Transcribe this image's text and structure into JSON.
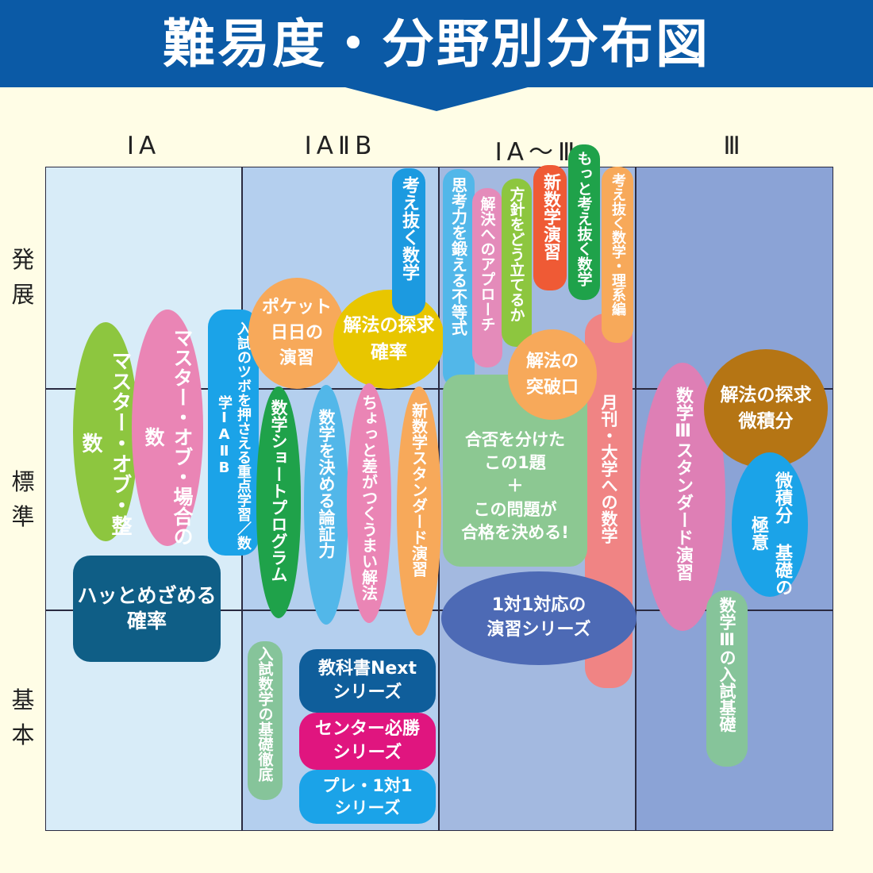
{
  "title": "難易度・分野別分布図",
  "columns": [
    "ⅠA",
    "ⅠAⅡB",
    "ⅠA～Ⅲ",
    "Ⅲ"
  ],
  "rows": [
    "発展",
    "標準",
    "基本"
  ],
  "books": {
    "master_seisu": "マスター・オブ・整数",
    "master_baai": "マスター・オブ・場合の数",
    "hatto_kakuritsu": "ハッとめざめる\n確率",
    "nyushi_tsubo": "入試のツボを押さえる重点学習／数学ⅠAⅡB",
    "pocket": "ポケット\n日日の\n演習",
    "tankyu_kakuritsu": "解法の探求\n確率",
    "kangaenuku": "考え抜く数学",
    "short_program": "数学ショートプログラム",
    "kimeru_ronshou": "数学を決める論証力",
    "chotto_sa": "ちょっと差がつくうまい解法",
    "shin_standard": "新数学スタンダード演習",
    "nyushi_kiso": "入試数学の基礎徹底",
    "kyokasho_next": "教科書Next\nシリーズ",
    "center": "センター必勝\nシリーズ",
    "pre": "プレ・1対1\nシリーズ",
    "shikouryoku": "思考力を鍛える不等式",
    "approach": "解決へのアプローチ",
    "houshin": "方針をどう立てるか",
    "shin_enshu": "新数学演習",
    "motto": "もっと考え抜く数学",
    "rikei": "考え抜く数学・理系編",
    "toppa": "解法の\n突破口",
    "gouhi": "合否を分けた\nこの1題\n＋\nこの問題が\n合格を決める!",
    "gekkan": "月刊・大学への数学",
    "ittaiichi": "1対1対応の\n演習シリーズ",
    "s3_standard": "数学Ⅲスタンダード演習",
    "tankyu_sekibun": "解法の探求\n微積分",
    "sekibun_gokui": "微積分\n基礎の極意",
    "s3_nyushi": "数学Ⅲの入試基礎"
  },
  "colors": {
    "banner": "#0b5aa6",
    "col1": "#d8ecf8",
    "col2": "#b4cfee",
    "col3": "#a3b9e0",
    "col4": "#8ba3d6"
  }
}
